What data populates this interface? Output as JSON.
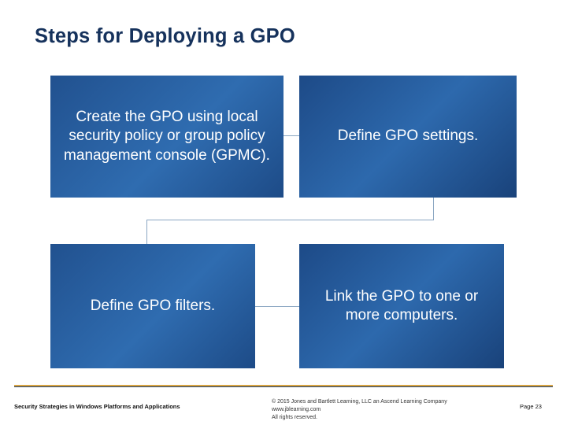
{
  "slide": {
    "title": "Steps for Deploying a GPO",
    "boxes": [
      {
        "id": "create",
        "text": "Create the GPO using local security policy or group policy management console (GPMC)."
      },
      {
        "id": "define-settings",
        "text": "Define GPO settings."
      },
      {
        "id": "filters",
        "text": "Define GPO filters."
      },
      {
        "id": "link",
        "text": "Link the GPO to one or more computers."
      }
    ],
    "footer": {
      "left": "Security Strategies in Windows Platforms and Applications",
      "copyright_line1": "© 2015 Jones and Bartlett Learning, LLC  an Ascend Learning Company",
      "copyright_line2": "www.jblearning.com",
      "copyright_line3": "All rights reserved.",
      "page": "Page 23"
    },
    "colors": {
      "title": "#16325c",
      "box_fill": "#2d69ad",
      "accent_rule": "#d9a441"
    }
  }
}
